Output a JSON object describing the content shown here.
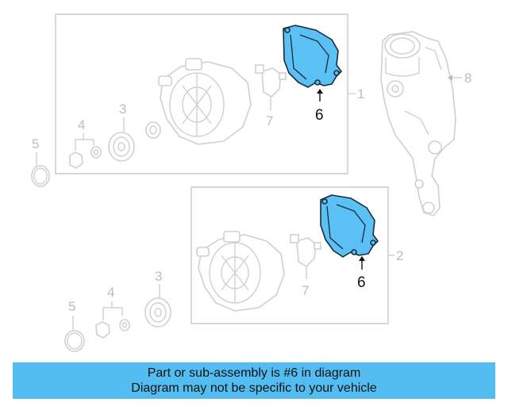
{
  "callouts": {
    "c1": "1",
    "c2": "2",
    "c3a": "3",
    "c3b": "3",
    "c4a": "4",
    "c4b": "4",
    "c5a": "5",
    "c5b": "5",
    "c6a": "6",
    "c6b": "6",
    "c7a": "7",
    "c7b": "7",
    "c8": "8"
  },
  "banner": {
    "line1": "Part or sub-assembly is #6 in diagram",
    "line2": "Diagram may not be specific to your vehicle"
  },
  "colors": {
    "highlight": "#5bc0f3",
    "banner": "#53bdf2"
  }
}
